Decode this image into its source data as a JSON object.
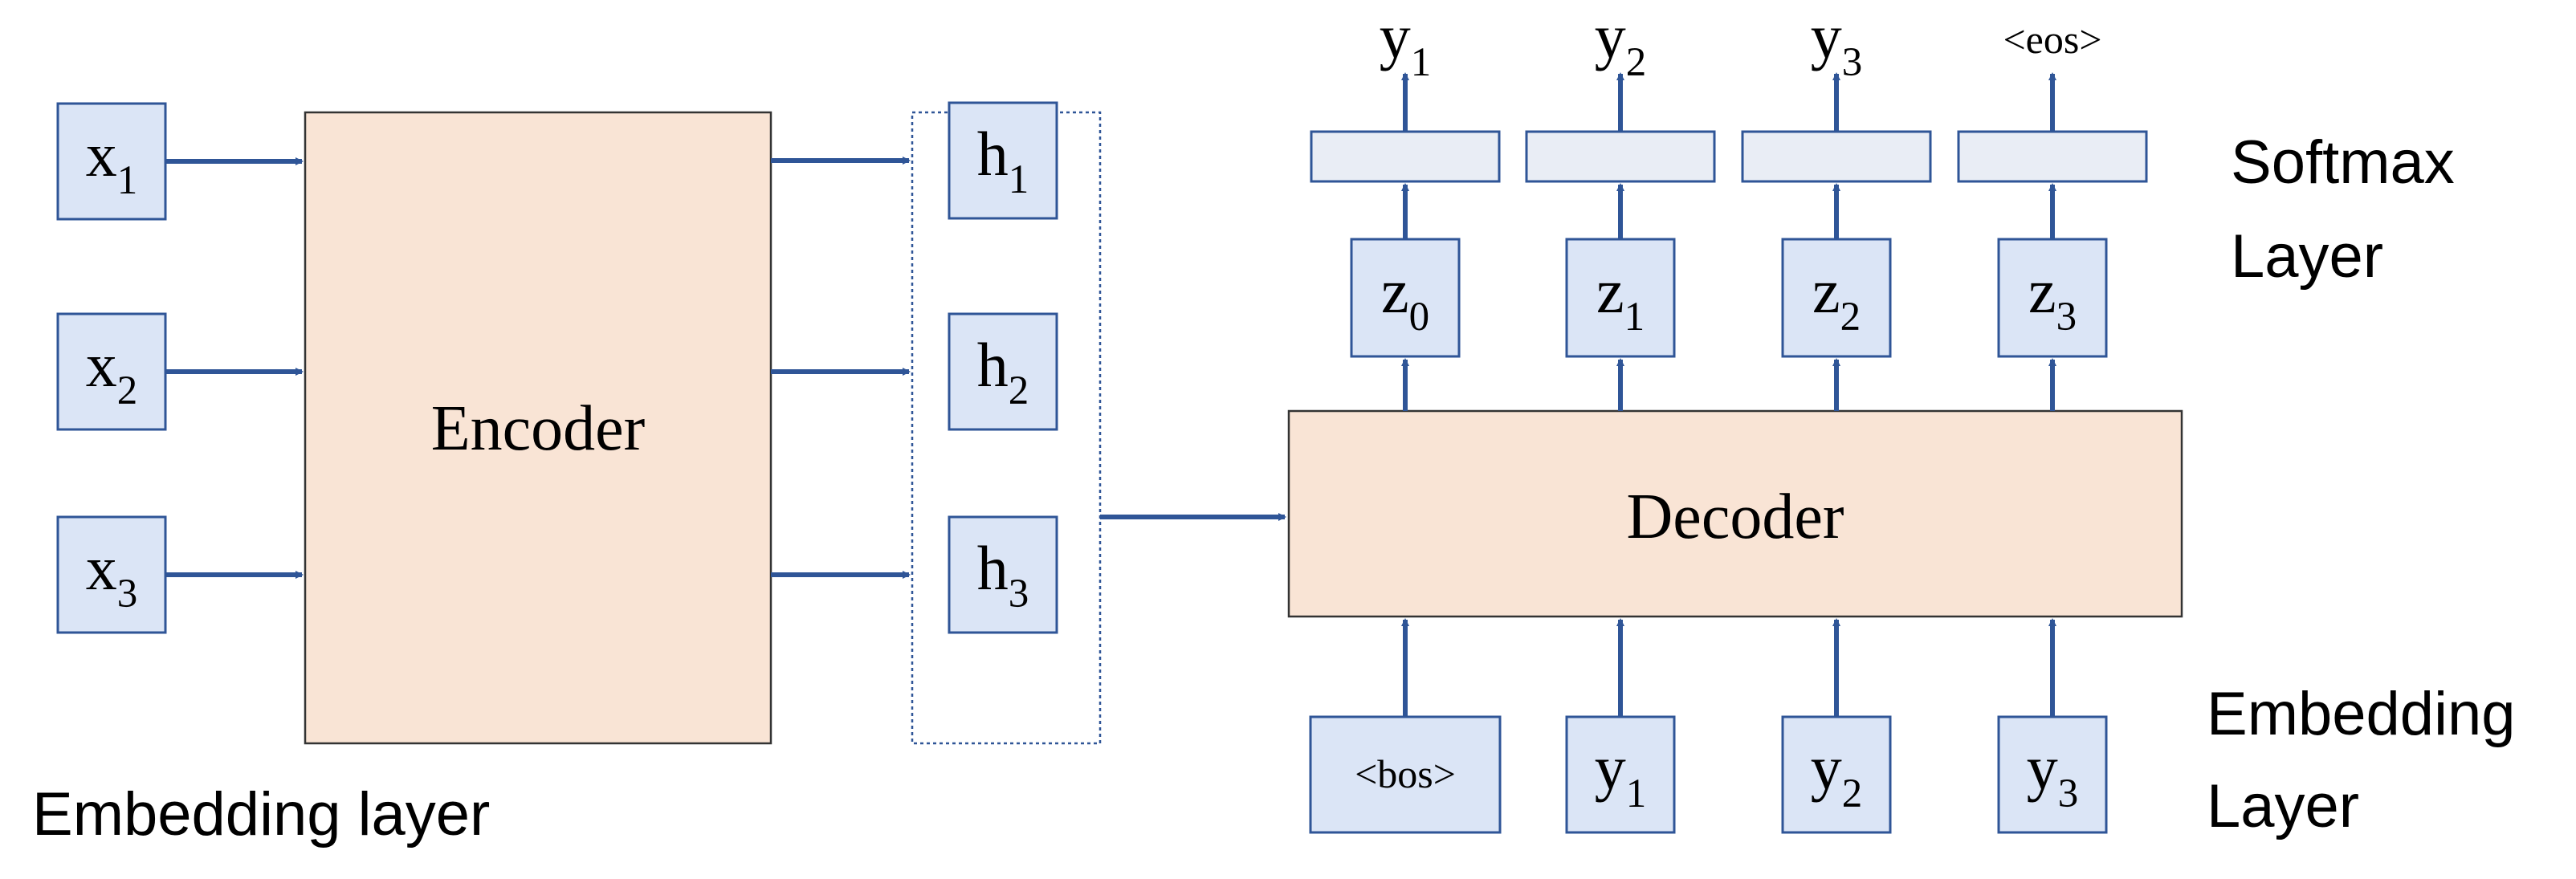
{
  "colors": {
    "box_fill": "#dbe5f6",
    "box_stroke": "#2f5597",
    "module_fill": "#f9e4d5",
    "module_stroke": "#333333",
    "softmax_fill": "#e9edf5",
    "arrow": "#2f5597",
    "text": "#000000"
  },
  "encoder": {
    "label": "Encoder",
    "inputs": [
      {
        "base": "x",
        "sub": "1"
      },
      {
        "base": "x",
        "sub": "2"
      },
      {
        "base": "x",
        "sub": "3"
      }
    ],
    "hidden": [
      {
        "base": "h",
        "sub": "1"
      },
      {
        "base": "h",
        "sub": "2"
      },
      {
        "base": "h",
        "sub": "3"
      }
    ],
    "embedding_caption": "Embedding layer"
  },
  "decoder": {
    "label": "Decoder",
    "inputs": [
      {
        "base": "<bos>",
        "sub": ""
      },
      {
        "base": "y",
        "sub": "1"
      },
      {
        "base": "y",
        "sub": "2"
      },
      {
        "base": "y",
        "sub": "3"
      }
    ],
    "states": [
      {
        "base": "z",
        "sub": "0"
      },
      {
        "base": "z",
        "sub": "1"
      },
      {
        "base": "z",
        "sub": "2"
      },
      {
        "base": "z",
        "sub": "3"
      }
    ],
    "outputs": [
      {
        "base": "y",
        "sub": "1"
      },
      {
        "base": "y",
        "sub": "2"
      },
      {
        "base": "y",
        "sub": "3"
      },
      {
        "base": "<eos>",
        "sub": ""
      }
    ],
    "softmax_caption": [
      "Softmax",
      "Layer"
    ],
    "embedding_caption": [
      "Embedding",
      "Layer"
    ]
  }
}
